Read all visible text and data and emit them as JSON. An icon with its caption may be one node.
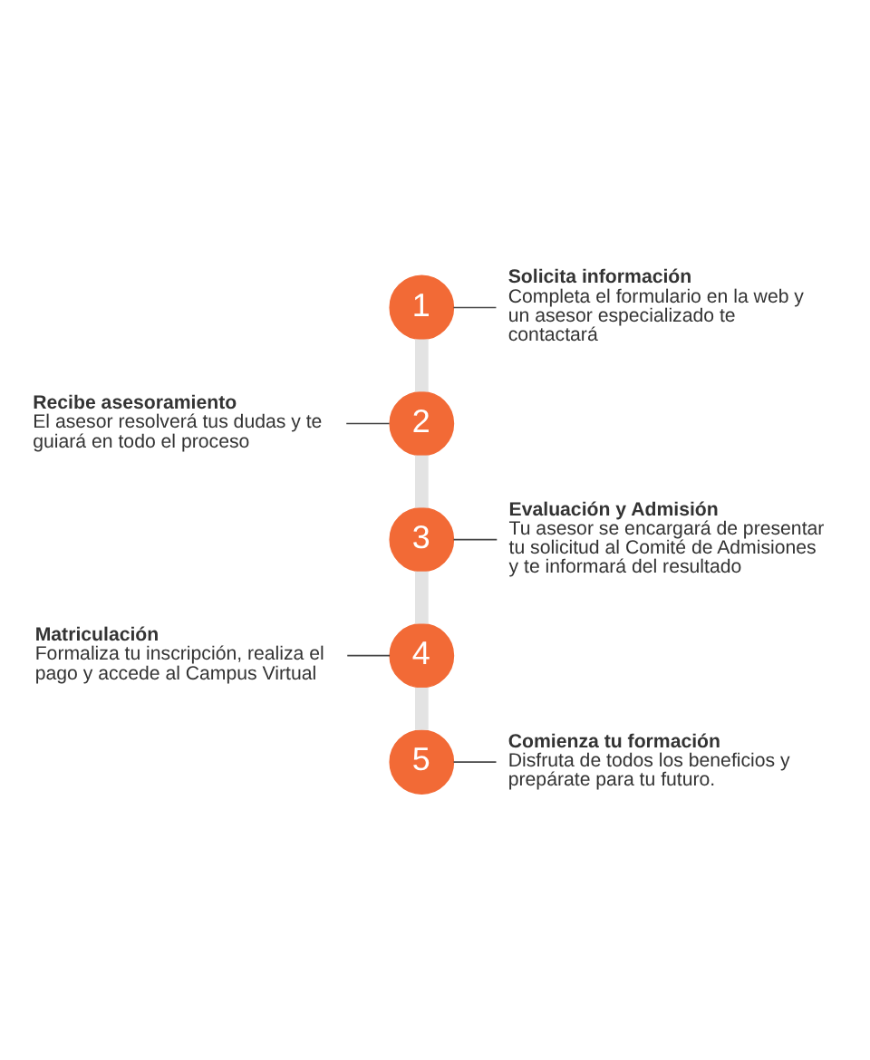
{
  "diagram": {
    "nodes": [
      {
        "text": [
          "Solicita información",
          "Completa el formulario en la web y un asesor especializado te contactará"
        ]
      },
      {
        "text": [
          "1"
        ]
      },
      {
        "text": [
          "Recibe asesoramiento",
          "El asesor resolverá tus dudas y te guiará en todo el proceso"
        ]
      },
      {
        "text": [
          "2"
        ]
      },
      {
        "text": [
          "Evaluación y Admisión",
          "Tu asesor se encargará de presentar tu solicitud al Comité de Admisiones y te informará del resultado"
        ]
      },
      {
        "text": [
          "3"
        ]
      },
      {
        "text": [
          "Matriculación",
          "Formaliza tu inscripción, realiza el pago y accede al Campus Virtual"
        ]
      },
      {
        "text": [
          "4"
        ]
      },
      {
        "text": [
          "5"
        ]
      },
      {
        "text": [
          "Comienza tu formación",
          "Disfruta de todos los beneficios y prepárate para tu futuro."
        ]
      }
    ],
    "edges": [
      {
        "from": 1,
        "to": 3,
        "arrow": "none",
        "style": "thick",
        "color": "#e3e3e3"
      },
      {
        "from": 3,
        "to": 5,
        "arrow": "none",
        "style": "thick",
        "color": "#e3e3e3"
      },
      {
        "from": 5,
        "to": 7,
        "arrow": "none",
        "style": "thick",
        "color": "#e3e3e3"
      },
      {
        "from": 7,
        "to": 8,
        "arrow": "none",
        "style": "thick",
        "color": "#e3e3e3"
      },
      {
        "from": 1,
        "to": 0,
        "arrow": "none"
      },
      {
        "from": 2,
        "to": 3,
        "arrow": "none"
      },
      {
        "from": 5,
        "to": 4,
        "arrow": "none"
      },
      {
        "from": 6,
        "to": 7,
        "arrow": "none"
      },
      {
        "from": 8,
        "to": 9,
        "arrow": "none"
      }
    ]
  }
}
